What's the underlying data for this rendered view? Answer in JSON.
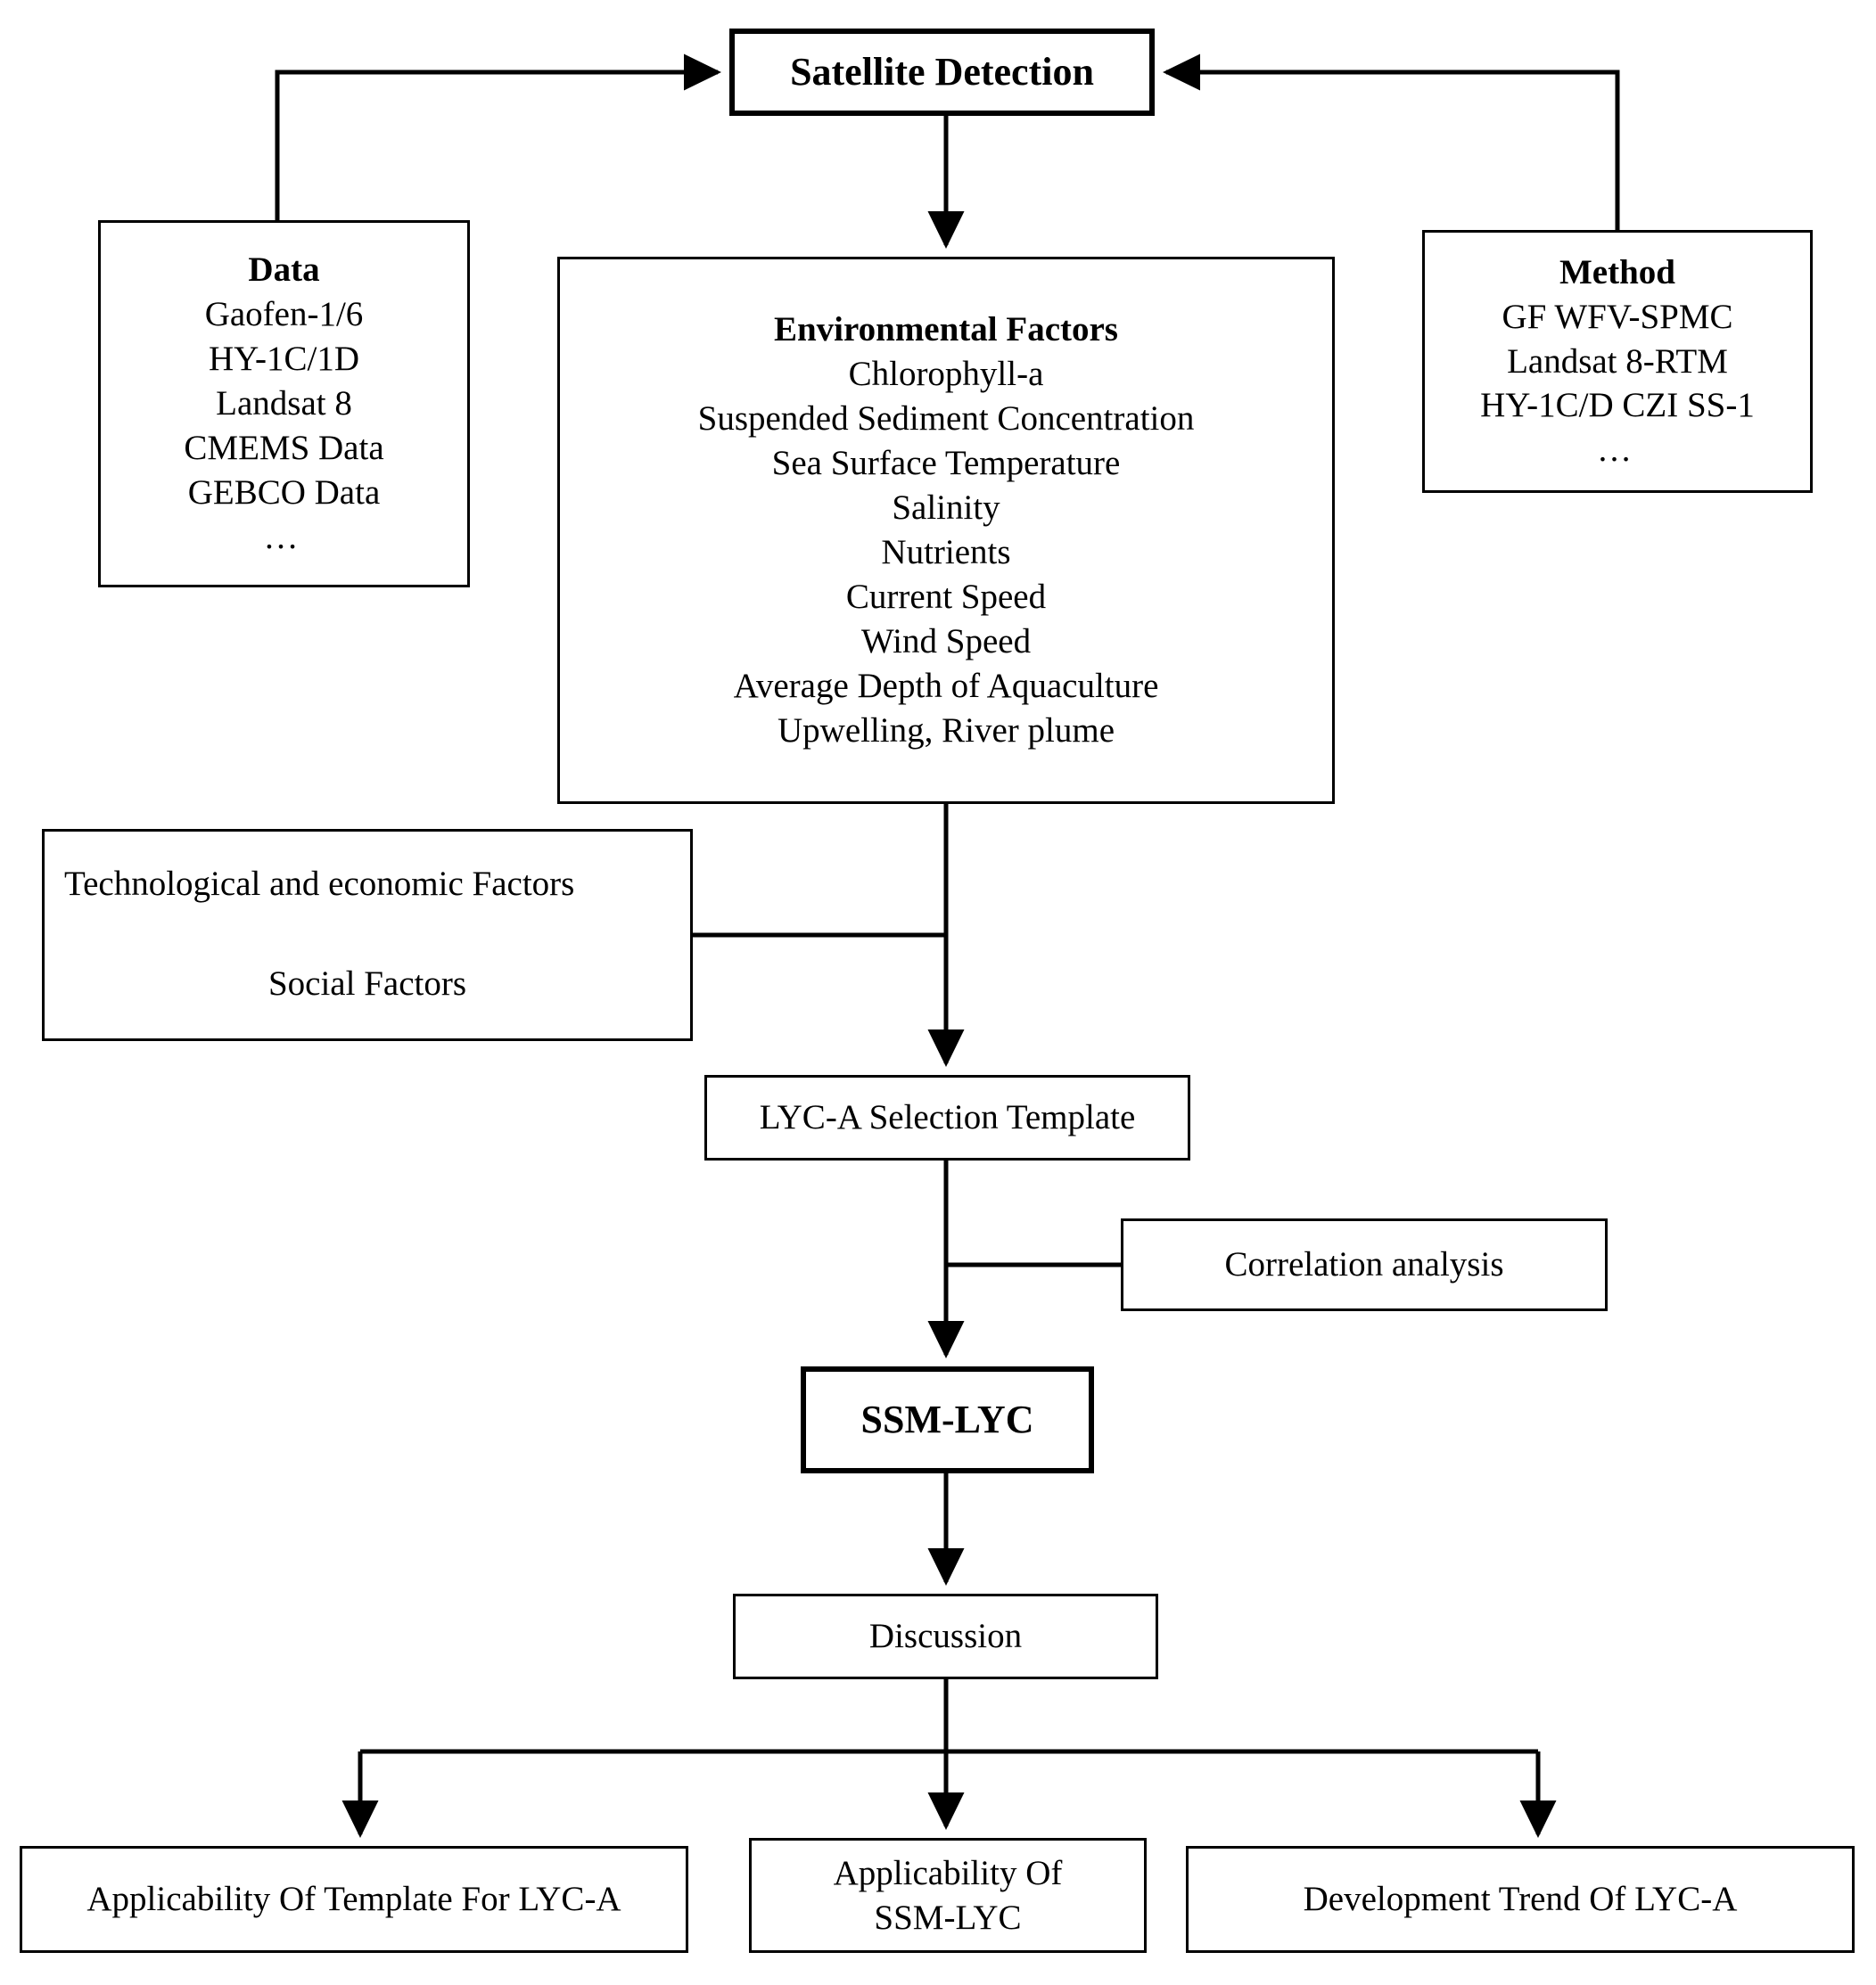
{
  "diagram": {
    "type": "flowchart",
    "title": "Satellite Detection research framework for SSM-LYC",
    "colors": {
      "background": "#ffffff",
      "stroke": "#000000",
      "text": "#000000"
    }
  },
  "nodes": {
    "satellite_detection": {
      "title": "Satellite Detection"
    },
    "data": {
      "title": "Data",
      "items": [
        "Gaofen-1/6",
        "HY-1C/1D",
        "Landsat 8",
        "CMEMS Data",
        "GEBCO Data",
        "…"
      ]
    },
    "environmental_factors": {
      "title": "Environmental Factors",
      "items": [
        "Chlorophyll-a",
        "Suspended Sediment Concentration",
        "Sea Surface Temperature",
        "Salinity",
        "Nutrients",
        "Current Speed",
        "Wind Speed",
        "Average Depth of Aquaculture",
        "Upwelling, River plume"
      ]
    },
    "method": {
      "title": "Method",
      "items": [
        "GF WFV-SPMC",
        "Landsat 8-RTM",
        "HY-1C/D CZI SS-1",
        "…"
      ]
    },
    "socio_factors": {
      "line1": "Technological and economic Factors",
      "line2": "Social Factors"
    },
    "lyc_template": {
      "label": "LYC-A Selection Template"
    },
    "correlation": {
      "label": "Correlation analysis"
    },
    "ssm_lyc": {
      "label": "SSM-LYC"
    },
    "discussion": {
      "label": "Discussion"
    },
    "outcomes": [
      {
        "label": "Applicability Of Template For LYC-A"
      },
      {
        "line1": "Applicability Of",
        "line2": "SSM-LYC"
      },
      {
        "label": "Development Trend Of LYC-A"
      }
    ]
  }
}
